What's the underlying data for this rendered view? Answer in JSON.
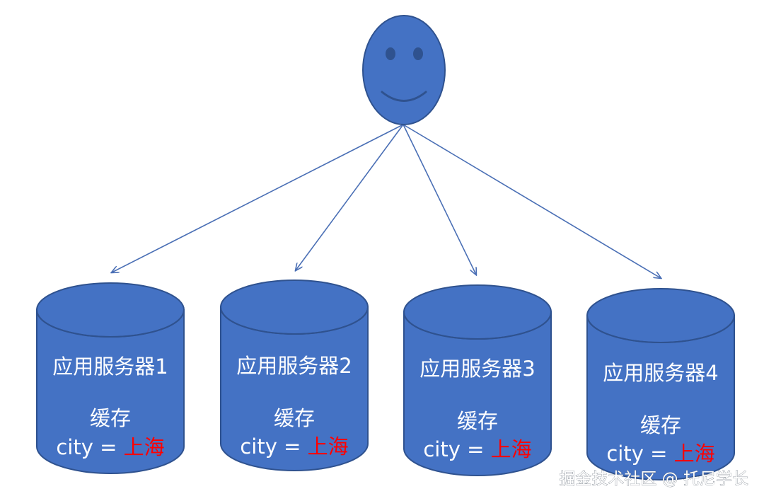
{
  "colors": {
    "shape_fill": "#4472c4",
    "shape_stroke": "#2f528f",
    "arrow": "#4a6fb5",
    "text": "#ffffff",
    "highlight": "#ff0000"
  },
  "icons": {
    "user": "smiley-face-icon"
  },
  "servers": [
    {
      "name": "应用服务器1",
      "cache_label": "缓存",
      "key": "city =",
      "value": "上海"
    },
    {
      "name": "应用服务器2",
      "cache_label": "缓存",
      "key": "city =",
      "value": "上海"
    },
    {
      "name": "应用服务器3",
      "cache_label": "缓存",
      "key": "city =",
      "value": "上海"
    },
    {
      "name": "应用服务器4",
      "cache_label": "缓存",
      "key": "city =",
      "value": "上海"
    }
  ],
  "watermark": "掘金技术社区 @ 托尼学长"
}
